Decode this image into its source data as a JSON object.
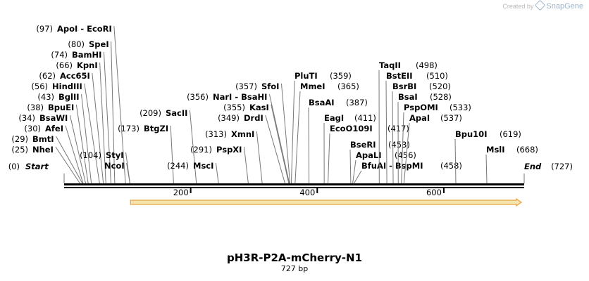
{
  "credit": {
    "prefix": "Created by",
    "brand": "SnapGene"
  },
  "plasmid": {
    "name": "pH3R-P2A-mCherry-N1",
    "size": "727 bp",
    "length": 727
  },
  "colors": {
    "feature_fill": "#f5e3b0",
    "feature_stroke": "#e8a33c",
    "backbone": "#000000",
    "line": "#777777"
  },
  "ruler": {
    "ticks": [
      200,
      400,
      600
    ]
  },
  "ends": {
    "start_label": "Start",
    "start_pos": "(0)",
    "end_label": "End",
    "end_pos": "(727)"
  },
  "feature": {
    "start": 105,
    "end": 727,
    "direction": "forward"
  },
  "enzymes": [
    {
      "name": "NheI",
      "pos": "(25)",
      "site": 25
    },
    {
      "name": "BmtI",
      "pos": "(29)",
      "site": 29
    },
    {
      "name": "AfeI",
      "pos": "(30)",
      "site": 30
    },
    {
      "name": "BsaWI",
      "pos": "(34)",
      "site": 34
    },
    {
      "name": "BpuEI",
      "pos": "(38)",
      "site": 38
    },
    {
      "name": "BglII",
      "pos": "(43)",
      "site": 43
    },
    {
      "name": "HindIII",
      "pos": "(56)",
      "site": 56
    },
    {
      "name": "Acc65I",
      "pos": "(62)",
      "site": 62
    },
    {
      "name": "KpnI",
      "pos": "(66)",
      "site": 66
    },
    {
      "name": "BamHI",
      "pos": "(74)",
      "site": 74
    },
    {
      "name": "SpeI",
      "pos": "(80)",
      "site": 80
    },
    {
      "name": "ApoI - EcoRI",
      "pos": "(97)",
      "site": 97
    },
    {
      "name": "NcoI",
      "pos": "",
      "site": 104
    },
    {
      "name": "StyI",
      "pos": "(104)",
      "site": 104
    },
    {
      "name": "BtgZI",
      "pos": "(173)",
      "site": 173
    },
    {
      "name": "SacII",
      "pos": "(209)",
      "site": 209
    },
    {
      "name": "MscI",
      "pos": "(244)",
      "site": 244
    },
    {
      "name": "PspXI",
      "pos": "(291)",
      "site": 291
    },
    {
      "name": "XmnI",
      "pos": "(313)",
      "site": 313
    },
    {
      "name": "DrdI",
      "pos": "(349)",
      "site": 349
    },
    {
      "name": "KasI",
      "pos": "(355)",
      "site": 355
    },
    {
      "name": "NarI - BsaHI",
      "pos": "(356)",
      "site": 356
    },
    {
      "name": "SfoI",
      "pos": "(357)",
      "site": 357
    },
    {
      "name": "PluTI",
      "pos": "(359)",
      "site": 359
    },
    {
      "name": "MmeI",
      "pos": "(365)",
      "site": 365
    },
    {
      "name": "BsaAI",
      "pos": "(387)",
      "site": 387
    },
    {
      "name": "EagI",
      "pos": "(411)",
      "site": 411
    },
    {
      "name": "EcoO109I",
      "pos": "(417)",
      "site": 417
    },
    {
      "name": "BseRI",
      "pos": "(453)",
      "site": 453
    },
    {
      "name": "ApaLI",
      "pos": "(456)",
      "site": 456
    },
    {
      "name": "BfuAI - BspMI",
      "pos": "(458)",
      "site": 458
    },
    {
      "name": "TaqII",
      "pos": "(498)",
      "site": 498
    },
    {
      "name": "BstEII",
      "pos": "(510)",
      "site": 510
    },
    {
      "name": "BsrBI",
      "pos": "(520)",
      "site": 520
    },
    {
      "name": "BsaI",
      "pos": "(528)",
      "site": 528
    },
    {
      "name": "PspOMI",
      "pos": "(533)",
      "site": 533
    },
    {
      "name": "ApaI",
      "pos": "(537)",
      "site": 537
    },
    {
      "name": "Bpu10I",
      "pos": "(619)",
      "site": 619
    },
    {
      "name": "MslI",
      "pos": "(668)",
      "site": 668
    }
  ]
}
